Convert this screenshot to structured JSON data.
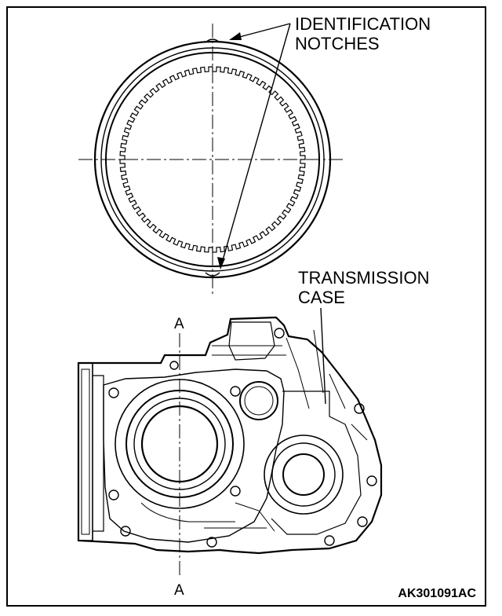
{
  "labels": {
    "identification_notches": [
      "IDENTIFICATION",
      "NOTCHES"
    ],
    "transmission_case": [
      "TRANSMISSION",
      "CASE"
    ],
    "section_top": "A",
    "section_bottom": "A",
    "figure_id": "AK301091AC"
  },
  "disc": {
    "teeth_count": 72
  },
  "colors": {
    "ink": "#000000",
    "paper": "#ffffff"
  }
}
